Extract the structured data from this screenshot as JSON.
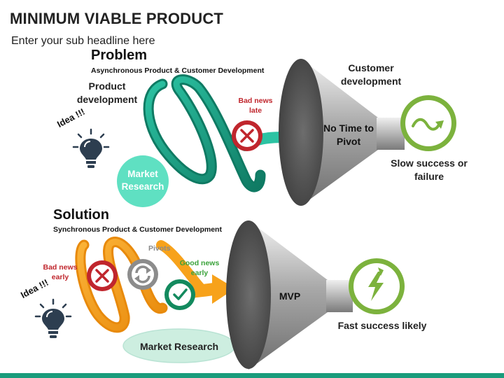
{
  "header": {
    "title": "MINIMUM VIABLE PRODUCT",
    "subtitle": "Enter your sub headline here"
  },
  "problem": {
    "heading": "Problem",
    "subheading": "Asynchronous Product & Customer Development",
    "product_development": "Product development",
    "idea": "Idea !!!",
    "market_research": "Market Research",
    "bad_news": "Bad news late",
    "customer_development": "Customer development",
    "funnel_text": "No Time to Pivot",
    "outcome": "Slow success or failure"
  },
  "solution": {
    "heading": "Solution",
    "subheading": "Synchronous Product & Customer Development",
    "idea": "Idea !!!",
    "bad_news": "Bad news early",
    "pivots": "Pivots",
    "good_news": "Good news early",
    "market_research": "Market Research",
    "funnel_text": "MVP",
    "outcome": "Fast success likely"
  },
  "colors": {
    "teal_dark": "#13806b",
    "teal_light": "#2cc3a3",
    "orange": "#f7a21b",
    "red": "#c0262d",
    "green": "#7cb23d",
    "funnel_gray": "#8c8c8c",
    "footer": "#1a9c7c"
  }
}
